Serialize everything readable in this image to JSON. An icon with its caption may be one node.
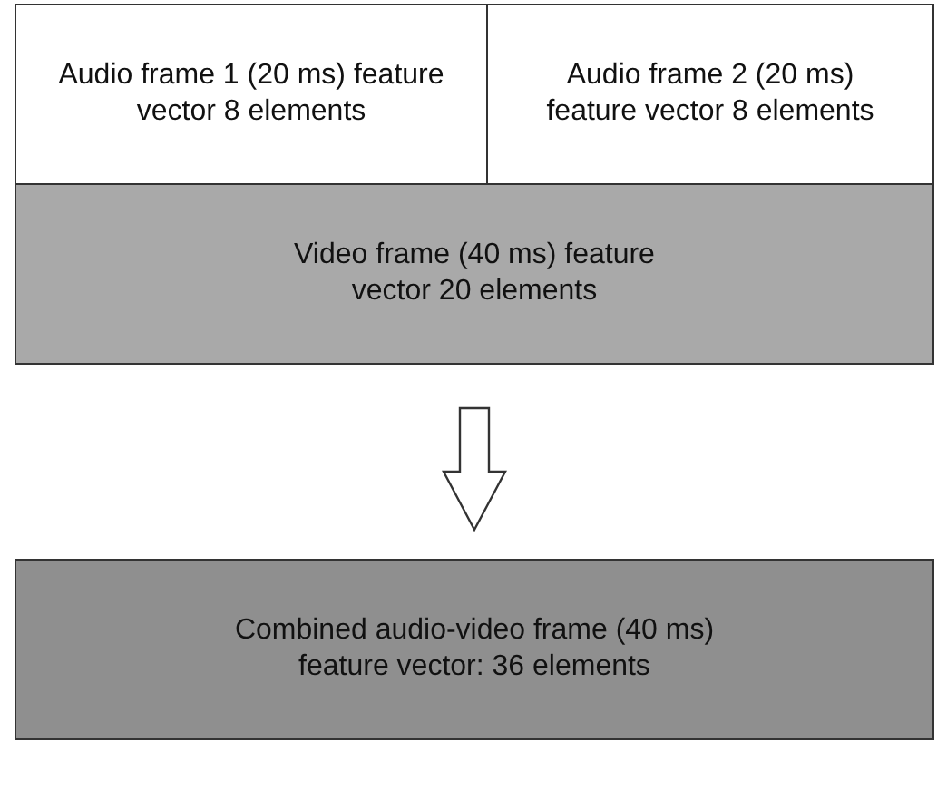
{
  "diagram": {
    "nodes": [
      {
        "text": [
          "Audio frame 1 (20 ms) feature vector 8 elements"
        ]
      },
      {
        "text": [
          "Audio frame 2 (20 ms) feature vector 8 elements"
        ]
      },
      {
        "text": [
          "Video frame (40 ms) feature vector 20 elements"
        ]
      },
      {
        "text": [
          "Combined audio-video frame (40 ms) feature vector: 36 elements"
        ]
      }
    ],
    "edges": [
      {
        "from": 2,
        "to": 3,
        "arrow": "to"
      }
    ]
  }
}
